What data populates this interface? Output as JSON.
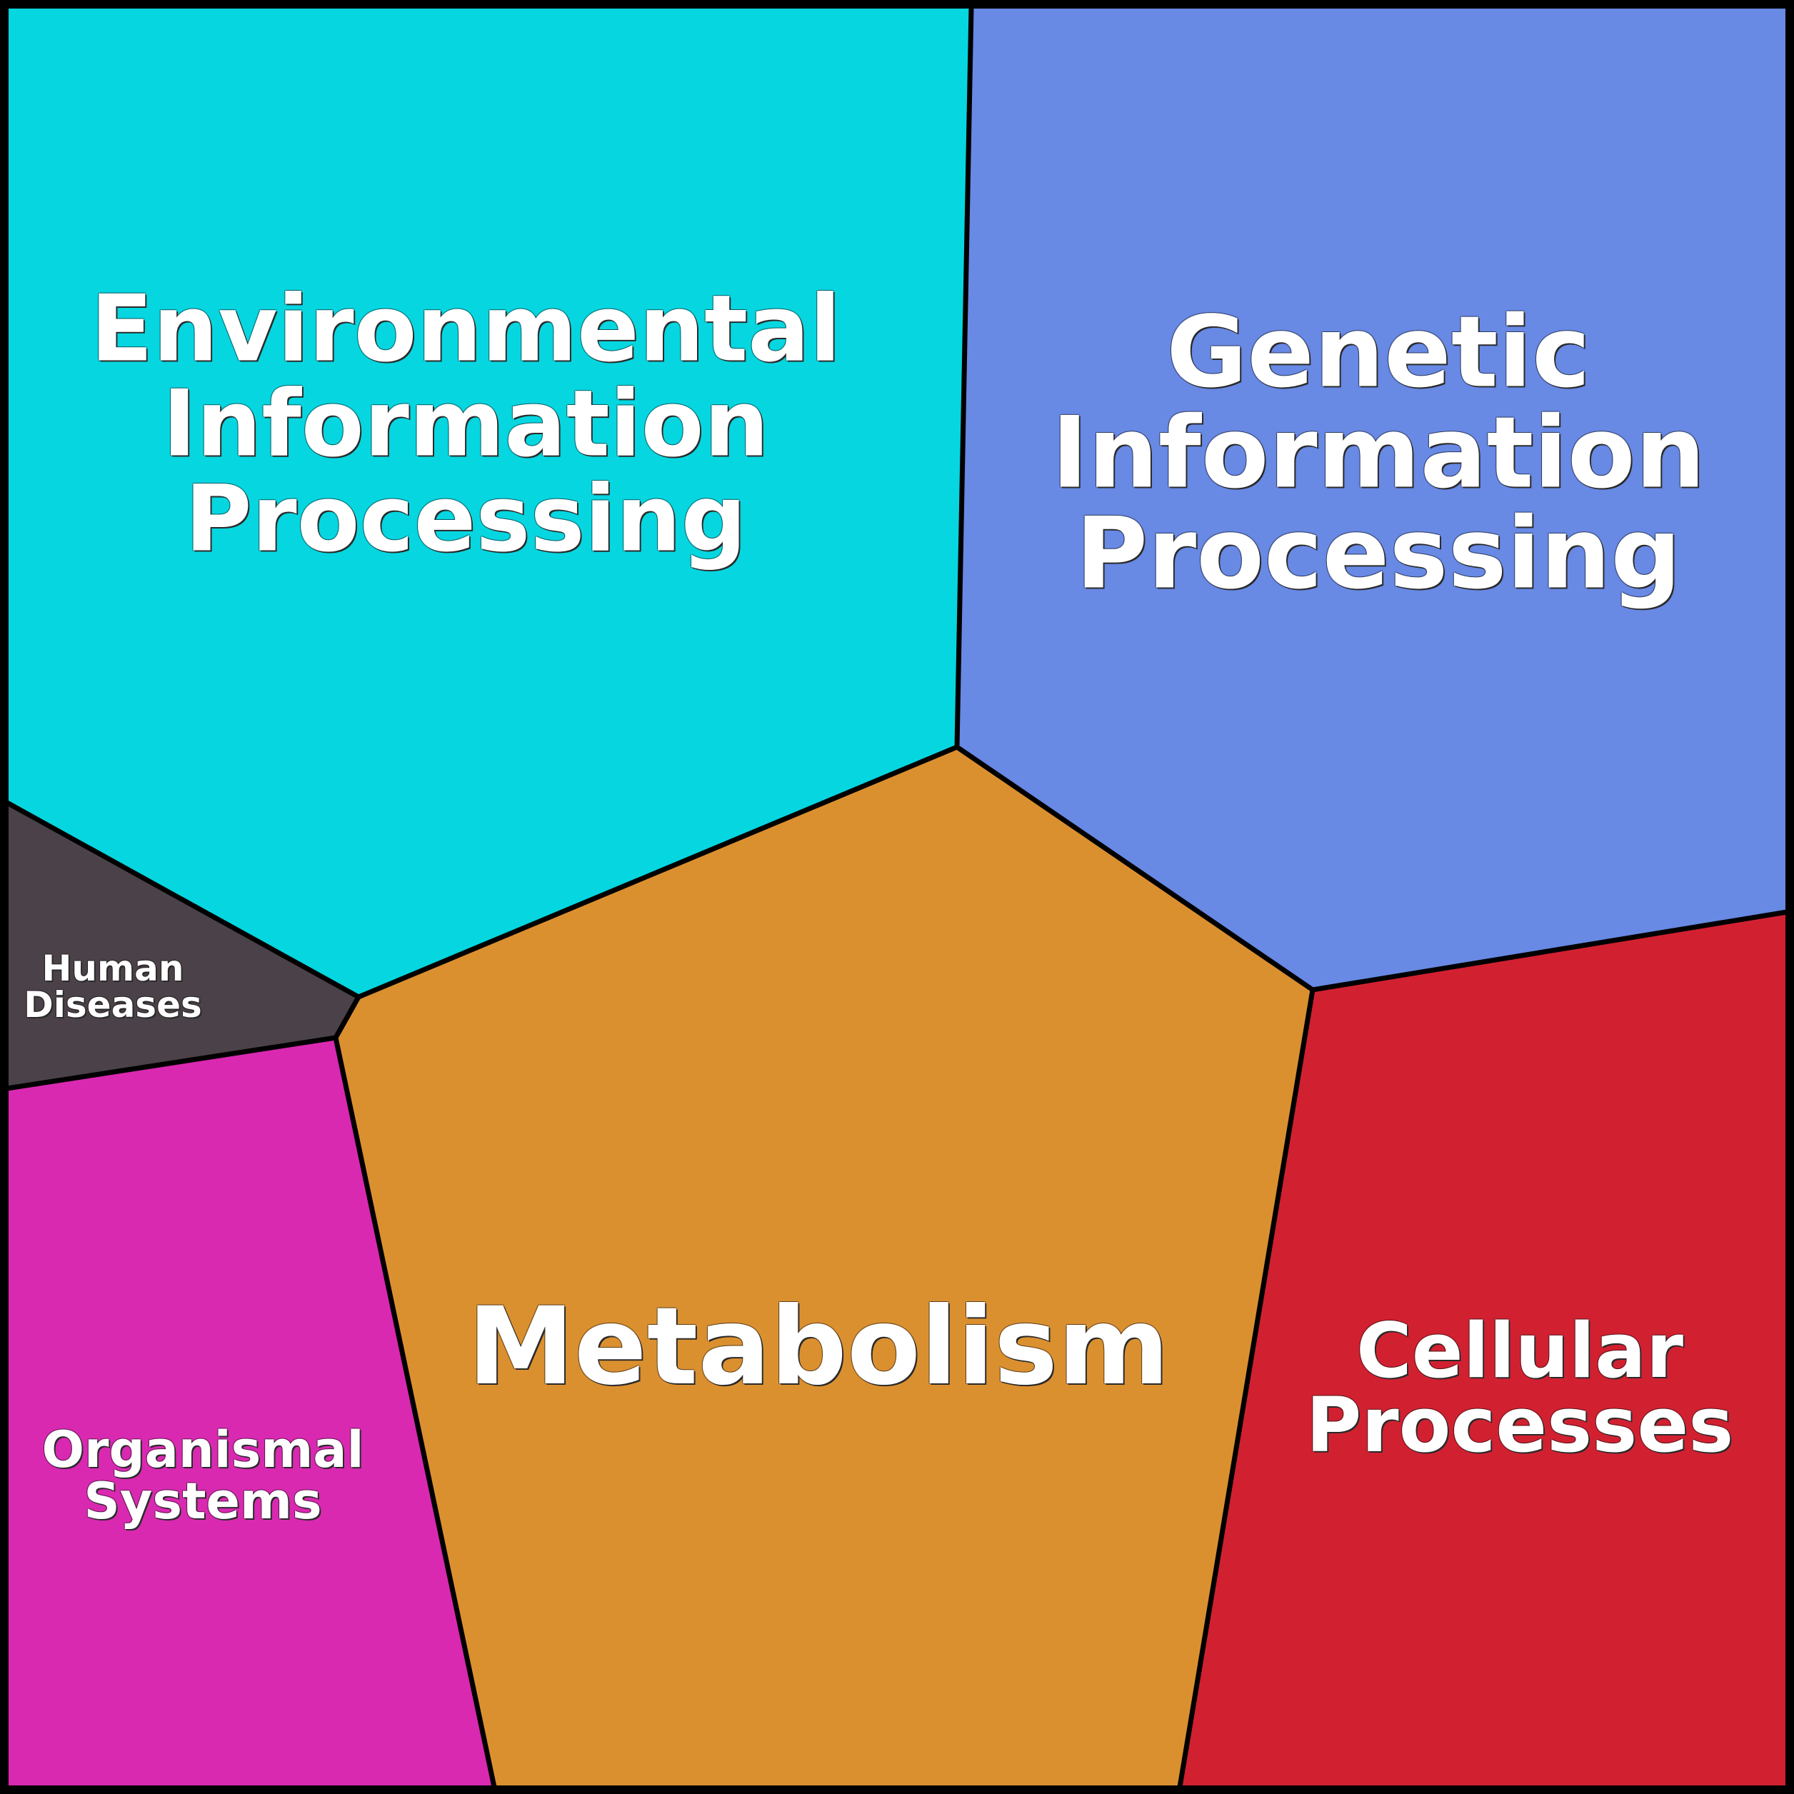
{
  "diagram": {
    "type": "voronoi-treemap",
    "regions": [
      {
        "id": "environmental",
        "lines": [
          "Environmental",
          "Information",
          "Processing"
        ],
        "color": "#06D6E0"
      },
      {
        "id": "genetic",
        "lines": [
          "Genetic",
          "Information",
          "Processing"
        ],
        "color": "#6889E4"
      },
      {
        "id": "metabolism",
        "lines": [
          "Metabolism"
        ],
        "color": "#DB9030"
      },
      {
        "id": "cellular",
        "lines": [
          "Cellular",
          "Processes"
        ],
        "color": "#D12131"
      },
      {
        "id": "organismal",
        "lines": [
          "Organismal",
          "Systems"
        ],
        "color": "#D929B1"
      },
      {
        "id": "human",
        "lines": [
          "Human",
          "Diseases"
        ],
        "color": "#4B4148"
      }
    ],
    "border_color": "#000000",
    "text_color": "#FFFFFF"
  }
}
